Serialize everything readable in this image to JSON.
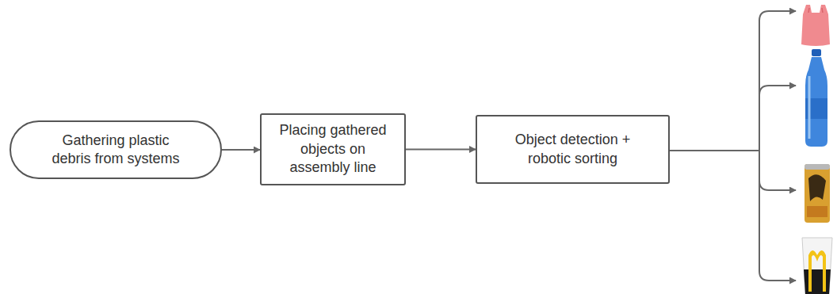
{
  "diagram": {
    "nodes": [
      {
        "text": [
          "Gathering plastic debris from systems"
        ]
      },
      {
        "text": [
          "Placing gathered objects on assembly line"
        ]
      },
      {
        "text": [
          "Object detection + robotic sorting"
        ]
      }
    ],
    "edges": [
      {
        "from": 0,
        "to": 1,
        "arrow": "to"
      },
      {
        "from": 1,
        "to": 2,
        "arrow": "to"
      }
    ]
  }
}
